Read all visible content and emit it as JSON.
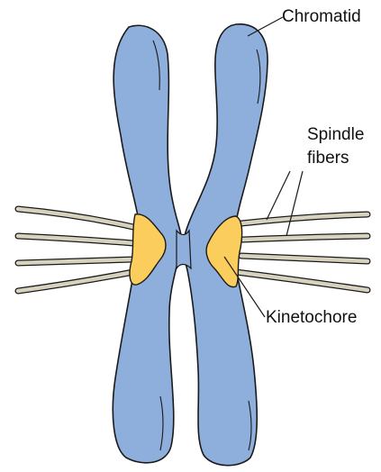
{
  "labels": {
    "chromatid": "Chromatid",
    "spindle_fibers_line1": "Spindle",
    "spindle_fibers_line2": "fibers",
    "kinetochore": "Kinetochore"
  },
  "colors": {
    "chromatid_fill": "#8EAEDB",
    "kinetochore_fill": "#FACD5C",
    "fiber_fill": "#D7D2BD",
    "outline": "#1A1A1A",
    "background": "#FFFFFF"
  }
}
